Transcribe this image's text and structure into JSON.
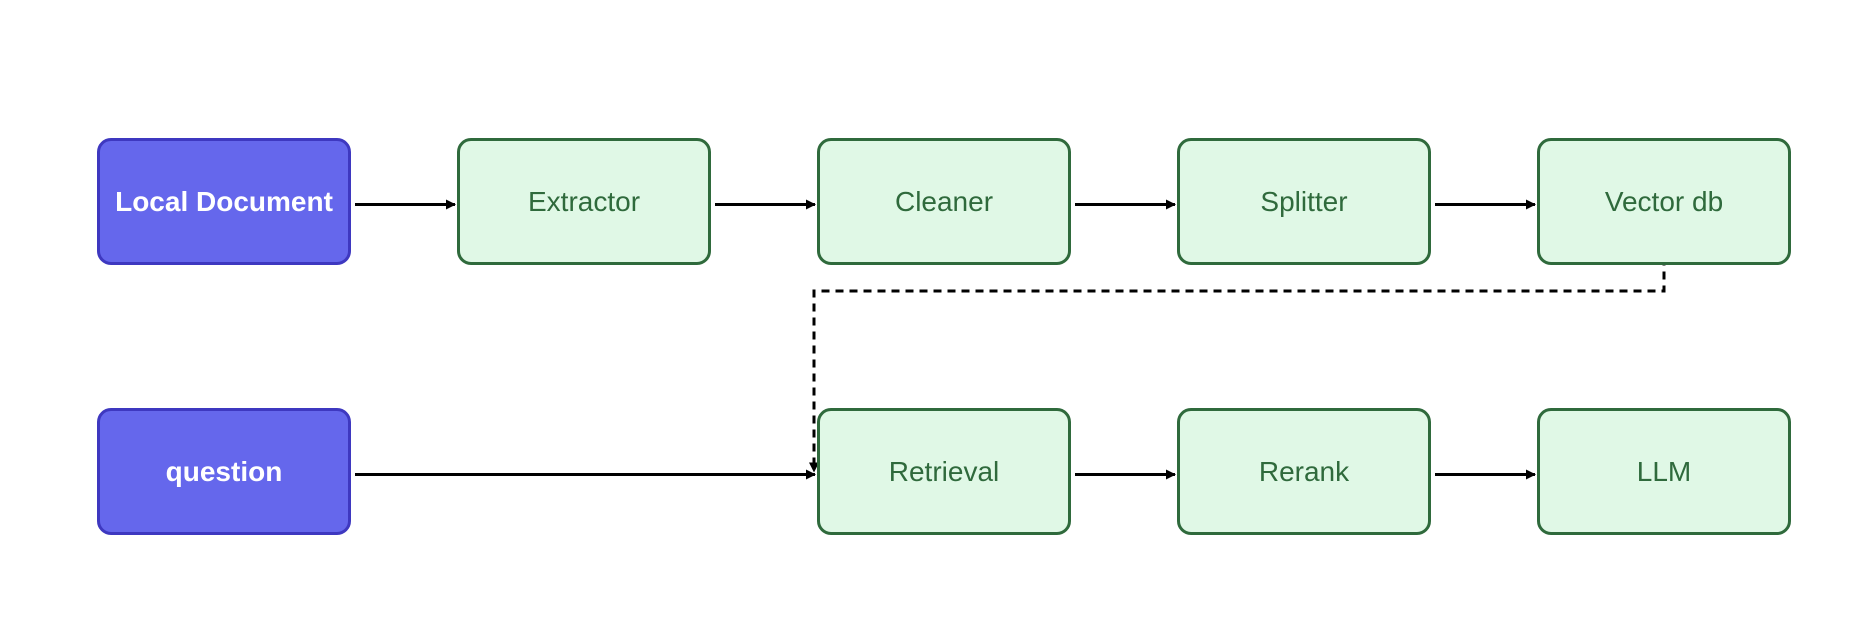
{
  "diagram": {
    "nodes": [
      {
        "id": "local-document",
        "label": "Local Document",
        "kind": "input"
      },
      {
        "id": "extractor",
        "label": "Extractor",
        "kind": "process"
      },
      {
        "id": "cleaner",
        "label": "Cleaner",
        "kind": "process"
      },
      {
        "id": "splitter",
        "label": "Splitter",
        "kind": "process"
      },
      {
        "id": "vector-db",
        "label": "Vector db",
        "kind": "process"
      },
      {
        "id": "question",
        "label": "question",
        "kind": "input"
      },
      {
        "id": "retrieval",
        "label": "Retrieval",
        "kind": "process"
      },
      {
        "id": "rerank",
        "label": "Rerank",
        "kind": "process"
      },
      {
        "id": "llm",
        "label": "LLM",
        "kind": "process"
      }
    ],
    "edges": [
      {
        "from": "local-document",
        "to": "extractor",
        "style": "solid"
      },
      {
        "from": "extractor",
        "to": "cleaner",
        "style": "solid"
      },
      {
        "from": "cleaner",
        "to": "splitter",
        "style": "solid"
      },
      {
        "from": "splitter",
        "to": "vector-db",
        "style": "solid"
      },
      {
        "from": "vector-db",
        "to": "retrieval",
        "style": "dashed"
      },
      {
        "from": "question",
        "to": "retrieval",
        "style": "solid"
      },
      {
        "from": "retrieval",
        "to": "rerank",
        "style": "solid"
      },
      {
        "from": "rerank",
        "to": "llm",
        "style": "solid"
      }
    ],
    "colors": {
      "input_fill": "#6567ec",
      "input_border": "#3e38c0",
      "process_fill": "#e0f8e6",
      "process_border": "#2f6a3c",
      "edge": "#000000"
    }
  }
}
